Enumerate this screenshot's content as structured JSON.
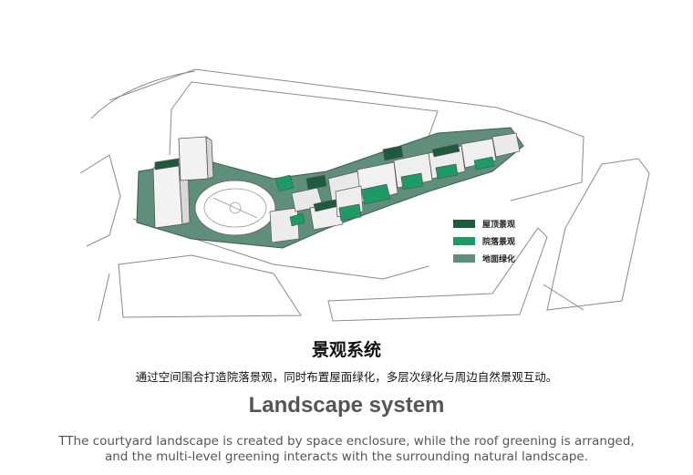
{
  "legend": {
    "items": [
      {
        "label": "屋顶景观",
        "color": "#1e5a3e"
      },
      {
        "label": "院落景观",
        "color": "#1e9a66"
      },
      {
        "label": "地面绿化",
        "color": "#5f8f7b"
      }
    ]
  },
  "caption": {
    "title_cn": "景观系统",
    "desc_cn": "通过空间围合打造院落景观，同时布置屋面绿化，多层次绿化与周边自然景观互动。",
    "title_en": "Landscape system",
    "desc_en_line1": "TThe courtyard landscape is created by space enclosure, while the roof greening is arranged,",
    "desc_en_line2": "and the multi-level greening interacts with the surrounding natural landscape."
  }
}
